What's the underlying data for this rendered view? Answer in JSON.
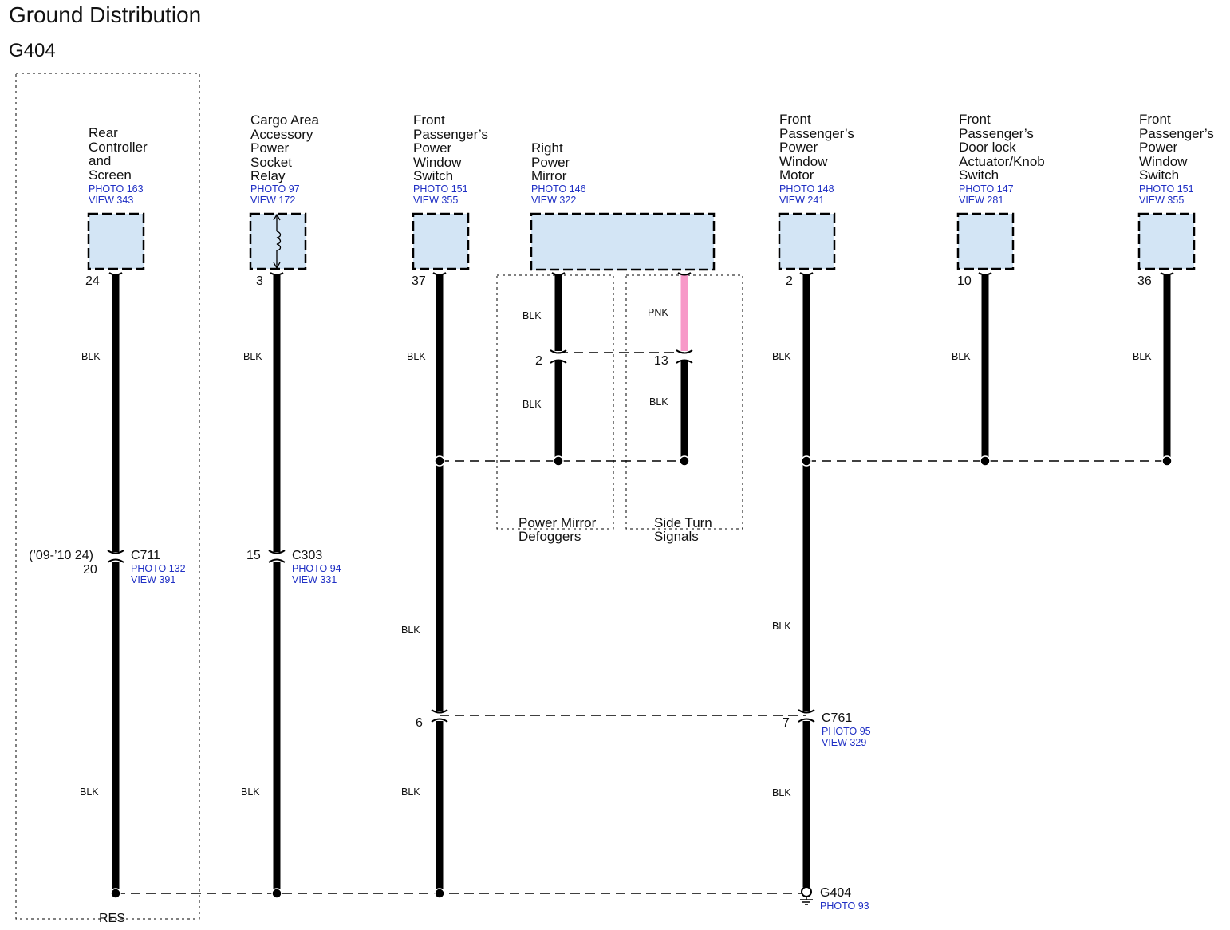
{
  "title": "Ground Distribution",
  "ground_id": "G404",
  "components": [
    {
      "name": "Rear\nController\nand\nScreen",
      "photo": "PHOTO 163",
      "view": "VIEW 343",
      "pin": "24"
    },
    {
      "name": "Cargo Area\nAccessory\nPower\nSocket\nRelay",
      "photo": "PHOTO 97",
      "view": "VIEW 172",
      "pin": "3"
    },
    {
      "name": "Front\nPassenger’s\nPower\nWindow\nSwitch",
      "photo": "PHOTO 151",
      "view": "VIEW 355",
      "pin": "37"
    },
    {
      "name": "Right\nPower\nMirror",
      "photo": "PHOTO 146",
      "view": "VIEW 322",
      "pin_a": "2",
      "pin_b": "13"
    },
    {
      "name": "Front\nPassenger’s\nPower\nWindow\nMotor",
      "photo": "PHOTO 148",
      "view": "VIEW 241",
      "pin": "2"
    },
    {
      "name": "Front\nPassenger’s\nDoor lock\nActuator/Knob\nSwitch",
      "photo": "PHOTO 147",
      "view": "VIEW 281",
      "pin": "10"
    },
    {
      "name": "Front\nPassenger’s\nPower\nWindow\nSwitch",
      "photo": "PHOTO 151",
      "view": "VIEW 355",
      "pin": "36"
    }
  ],
  "wires": {
    "blk": "BLK",
    "pnk": "PNK"
  },
  "connectors": {
    "c711": {
      "id": "C711",
      "photo": "PHOTO 132",
      "view": "VIEW 391",
      "pin_top": "(’09-’10 24)",
      "pin_bottom": "20"
    },
    "c303": {
      "id": "C303",
      "photo": "PHOTO 94",
      "view": "VIEW 331",
      "pin": "15"
    },
    "c761": {
      "id": "C761",
      "photo": "PHOTO 95",
      "view": "VIEW 329",
      "pin_left": "6",
      "pin_right": "7"
    }
  },
  "groups": {
    "defoggers": "Power Mirror\nDefoggers",
    "turn_signals": "Side Turn\nSignals",
    "res": "RES"
  },
  "ground": {
    "id": "G404",
    "photo": "PHOTO 93"
  },
  "colors": {
    "wire": "#000000",
    "pink_wire": "#f799c8",
    "component_fill": "#d3e5f5",
    "ref_text": "#1f2fc4"
  }
}
